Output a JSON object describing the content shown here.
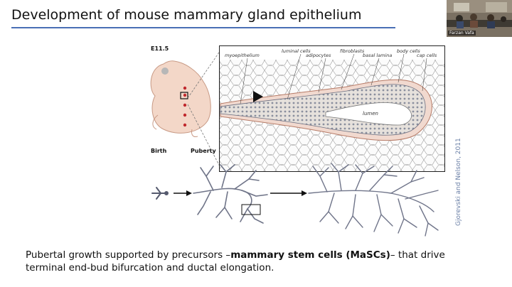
{
  "slide": {
    "title": "Development of mouse mammary gland epithelium",
    "video_name": "Farzan Vafa",
    "stage_labels": {
      "e115": "E11.5",
      "birth": "Birth",
      "puberty": "Puberty"
    },
    "inset_labels": {
      "myoepithelium": "myoepithelium",
      "luminal_cells": "luminal cells",
      "adipocytes": "adipocytes",
      "fibroblasts": "fibroblasts",
      "basal_lamina": "basal lamina",
      "body_cells": "body cells",
      "cap_cells": "cap cells",
      "lumen": "lumen"
    },
    "citation": "Gjorevski and Nelson, 2011",
    "caption": {
      "part1": "Pubertal growth supported by precursors –",
      "bold": "mammary stem cells (MaSCs)",
      "part2": "– that drive terminal end-bud bifurcation and ductal elongation."
    }
  }
}
